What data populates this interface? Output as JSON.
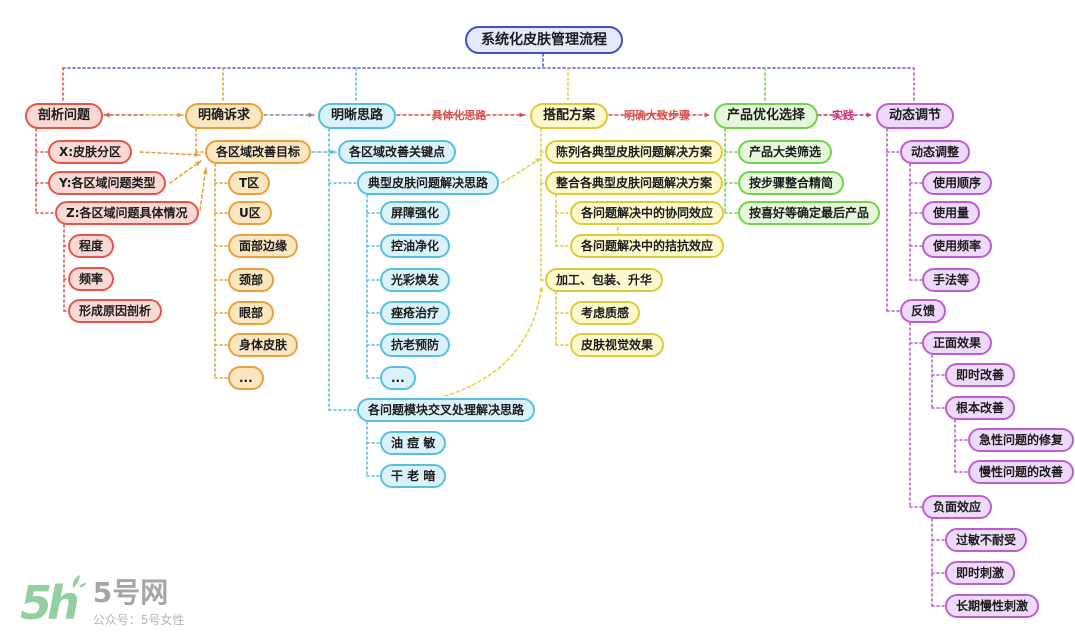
{
  "map": {
    "root": "系统化皮肤管理流程",
    "branches": [
      {
        "label": "剖析问题",
        "children": [
          {
            "label": "X:皮肤分区"
          },
          {
            "label": "Y:各区域问题类型"
          },
          {
            "label": "Z:各区域问题具体情况",
            "children": [
              {
                "label": "程度"
              },
              {
                "label": "频率"
              },
              {
                "label": "形成原因剖析"
              }
            ]
          }
        ]
      },
      {
        "label": "明确诉求",
        "children": [
          {
            "label": "各区域改善目标",
            "children": [
              {
                "label": "T区"
              },
              {
                "label": "U区"
              },
              {
                "label": "面部边缘"
              },
              {
                "label": "颈部"
              },
              {
                "label": "眼部"
              },
              {
                "label": "身体皮肤"
              },
              {
                "label": "..."
              }
            ]
          }
        ]
      },
      {
        "label": "明晰思路",
        "children": [
          {
            "label": "各区域改善关键点"
          },
          {
            "label": "典型皮肤问题解决思路",
            "children": [
              {
                "label": "屏障强化"
              },
              {
                "label": "控油净化"
              },
              {
                "label": "光彩焕发"
              },
              {
                "label": "痤疮治疗"
              },
              {
                "label": "抗老预防"
              },
              {
                "label": "..."
              }
            ]
          },
          {
            "label": "各问题模块交叉处理解决思路",
            "children": [
              {
                "label": "油 痘 敏"
              },
              {
                "label": "干 老 暗"
              }
            ]
          }
        ]
      },
      {
        "label": "搭配方案",
        "children": [
          {
            "label": "陈列各典型皮肤问题解决方案"
          },
          {
            "label": "整合各典型皮肤问题解决方案",
            "children": [
              {
                "label": "各问题解决中的协同效应"
              },
              {
                "label": "各问题解决中的拮抗效应"
              }
            ]
          },
          {
            "label": "加工、包装、升华",
            "children": [
              {
                "label": "考虑质感"
              },
              {
                "label": "皮肤视觉效果"
              }
            ]
          }
        ]
      },
      {
        "label": "产品优化选择",
        "children": [
          {
            "label": "产品大类筛选"
          },
          {
            "label": "按步骤整合精简"
          },
          {
            "label": "按喜好等确定最后产品"
          }
        ]
      },
      {
        "label": "动态调节",
        "children": [
          {
            "label": "动态调整",
            "children": [
              {
                "label": "使用顺序"
              },
              {
                "label": "使用量"
              },
              {
                "label": "使用频率"
              },
              {
                "label": "手法等"
              }
            ]
          },
          {
            "label": "反馈",
            "children": [
              {
                "label": "正面效果",
                "children": [
                  {
                    "label": "即时改善"
                  },
                  {
                    "label": "根本改善",
                    "children": [
                      {
                        "label": "急性问题的修复"
                      },
                      {
                        "label": "慢性问题的改善"
                      }
                    ]
                  }
                ]
              },
              {
                "label": "负面效应",
                "children": [
                  {
                    "label": "过敏不耐受"
                  },
                  {
                    "label": "即时刺激"
                  },
                  {
                    "label": "长期慢性刺激"
                  }
                ]
              }
            ]
          }
        ]
      }
    ]
  },
  "edge_labels": {
    "concretize": "具体化思路",
    "clarify_steps": "明确大致步骤",
    "practice": "实践"
  },
  "colors": {
    "title_border": "#4450c5",
    "branch_analyze": "#e2574c",
    "branch_demand": "#e8a23d",
    "branch_thinking": "#58bfdf",
    "branch_plan": "#decb3c",
    "branch_product": "#75d14e",
    "branch_dynamic": "#bb5fd0",
    "top_line": "#4a5fd0",
    "edge_label": "#d9534f",
    "practice_label": "#cc3377",
    "logo_green": "#93cfa0",
    "logo_gray": "#a5a5a5"
  },
  "footer": {
    "logo_mark": "5h",
    "site_name": "5号网",
    "slogan": "公众号：5号女性"
  }
}
